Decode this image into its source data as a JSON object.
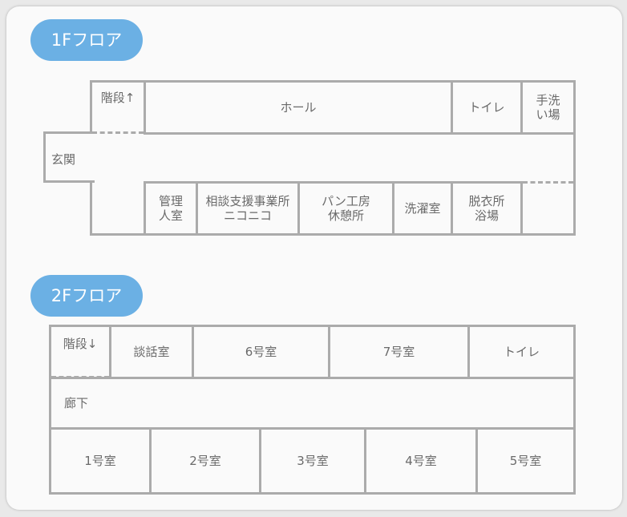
{
  "floor1": {
    "title": "1Fフロア",
    "stairs": "階段↑",
    "hall": "ホール",
    "toilet": "トイレ",
    "washroom": "手洗\nい場",
    "entrance": "玄関",
    "manager": "管理\n人室",
    "consult": "相談支援事業所\nニコニコ",
    "bakery": "パン工房\n休憩所",
    "laundry": "洗濯室",
    "dressing": "脱衣所\n浴場"
  },
  "floor2": {
    "title": "2Fフロア",
    "stairs": "階段↓",
    "talk": "談話室",
    "room6": "6号室",
    "room7": "7号室",
    "toilet": "トイレ",
    "corridor": "廊下",
    "room1": "1号室",
    "room2": "2号室",
    "room3": "3号室",
    "room4": "4号室",
    "room5": "5号室"
  }
}
